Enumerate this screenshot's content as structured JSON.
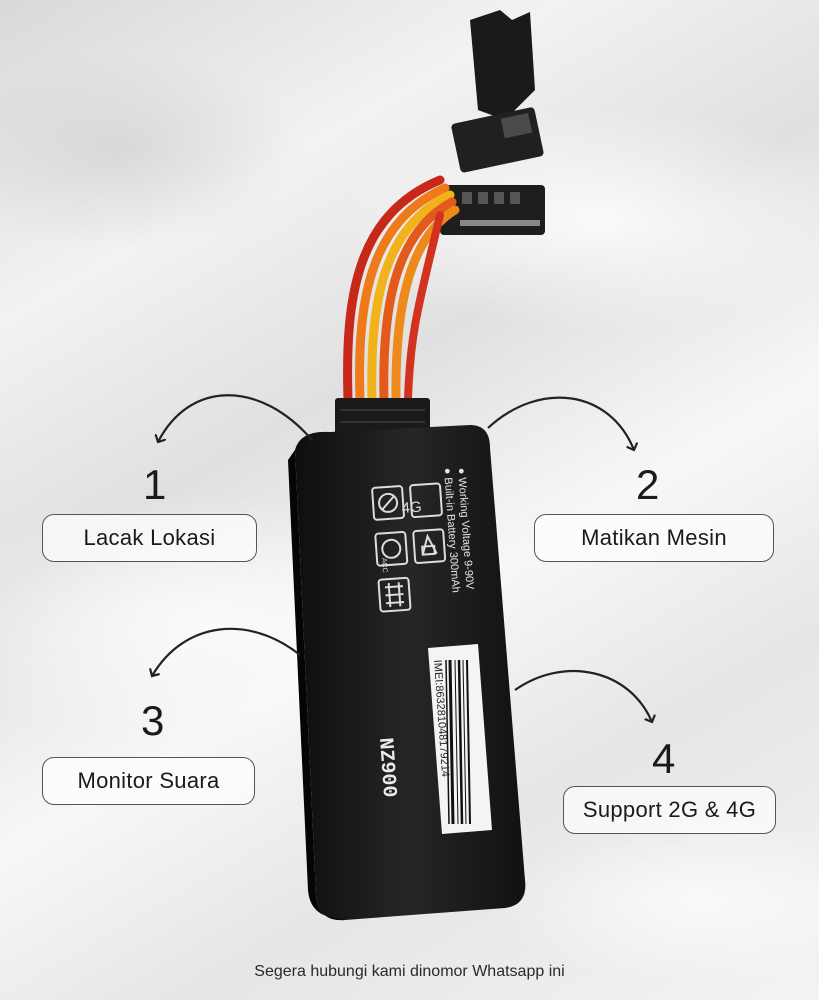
{
  "features": [
    {
      "number": "1",
      "label": "Lacak Lokasi"
    },
    {
      "number": "2",
      "label": "Matikan Mesin"
    },
    {
      "number": "3",
      "label": "Monitor Suara"
    },
    {
      "number": "4",
      "label": "Support 2G & 4G"
    }
  ],
  "device": {
    "model": "NZ900",
    "spec_line_1": "● Working Voltage 9-90V",
    "spec_line_2": "● Built-in Battery 300mAh",
    "badge_4g": "4G",
    "badge_acc": "ACC",
    "imei": "IMEI:863281048179214"
  },
  "footer_text": "Segera hubungi kami dinomor Whatsapp ini",
  "colors": {
    "device_body": "#1c1c1c",
    "wire_red": "#d2321e",
    "wire_orange": "#ee7a1c",
    "wire_yellow": "#f2b21c"
  }
}
